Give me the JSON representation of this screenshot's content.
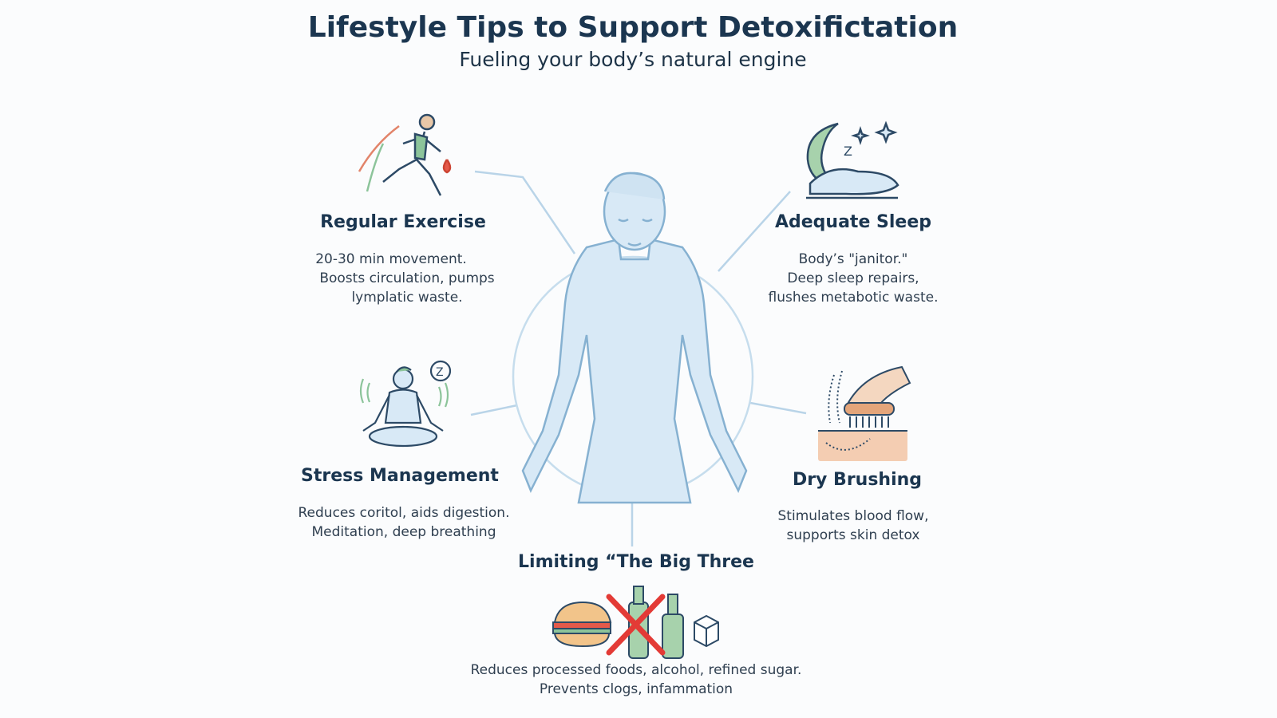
{
  "title": "Lifestyle Tips to Support Detoxifictation",
  "subtitle": "Fueling your body’s natural engine",
  "colors": {
    "heading": "#1b3650",
    "body_fill": "#d8e9f6",
    "body_stroke": "#86b1d1",
    "accent_green": "#8cc49a",
    "accent_red": "#e33b36"
  },
  "tips": [
    {
      "icon": "runner-icon",
      "heading": "Regular Exercise",
      "lines": [
        "20-30 min movement.",
        "Boosts circulation, pumps",
        "lymplatic waste."
      ]
    },
    {
      "icon": "sleep-moon-icon",
      "heading": "Adequate Sleep",
      "lines": [
        "Body’s \"janitor.\"",
        "Deep sleep repairs,",
        "flushes metabotic waste."
      ]
    },
    {
      "icon": "meditation-icon",
      "heading": "Stress Management",
      "lines": [
        "Reduces coritol, aids digestion.",
        "Meditation, deep breathing"
      ]
    },
    {
      "icon": "dry-brush-icon",
      "heading": "Dry Brushing",
      "lines": [
        "Stimulates blood flow,",
        "supports skin detox"
      ]
    },
    {
      "icon": "big-three-icon",
      "heading": "Limiting “The Big Three",
      "lines": [
        "Reduces processed foods, alcohol, refined sugar.",
        "Prevents clogs, infammation"
      ]
    }
  ]
}
